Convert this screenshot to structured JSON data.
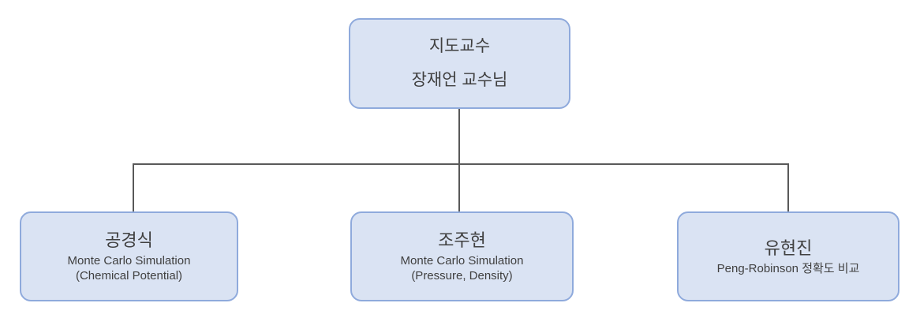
{
  "diagram": {
    "type": "org-chart",
    "colors": {
      "node_fill": "#dae3f3",
      "node_border": "#8faadc",
      "line_color": "#595959",
      "text_color": "#404040"
    },
    "nodes": {
      "root": {
        "role": "지도교수",
        "person": "장재언 교수님"
      },
      "members": [
        {
          "name": "공경식",
          "topic": "Monte Carlo Simulation",
          "detail": "(Chemical Potential)"
        },
        {
          "name": "조주현",
          "topic": "Monte Carlo Simulation",
          "detail": "(Pressure, Density)"
        },
        {
          "name": "유현진",
          "topic": "Peng-Robinson 정확도 비교"
        }
      ]
    }
  }
}
